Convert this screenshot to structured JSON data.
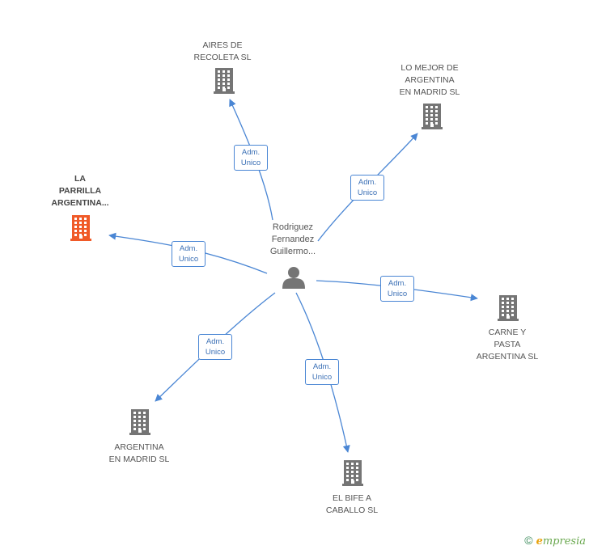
{
  "center": {
    "name_lines": [
      "Rodriguez",
      "Fernandez",
      "Guillermo..."
    ],
    "icon": "person-icon"
  },
  "companies": [
    {
      "id": "aires",
      "lines": [
        "AIRES DE",
        "RECOLETA SL"
      ],
      "highlight": false,
      "icon": "building-icon"
    },
    {
      "id": "lomejor",
      "lines": [
        "LO MEJOR DE",
        "ARGENTINA",
        "EN MADRID SL"
      ],
      "highlight": false,
      "icon": "building-icon"
    },
    {
      "id": "parrilla",
      "lines": [
        "LA",
        "PARRILLA",
        "ARGENTINA..."
      ],
      "highlight": true,
      "icon": "building-icon"
    },
    {
      "id": "carne",
      "lines": [
        "CARNE Y",
        "PASTA",
        "ARGENTINA SL"
      ],
      "highlight": false,
      "icon": "building-icon"
    },
    {
      "id": "argmadrid",
      "lines": [
        "ARGENTINA",
        "EN MADRID SL"
      ],
      "highlight": false,
      "icon": "building-icon"
    },
    {
      "id": "bife",
      "lines": [
        "EL BIFE A",
        "CABALLO SL"
      ],
      "highlight": false,
      "icon": "building-icon"
    }
  ],
  "edges": [
    {
      "target": "aires",
      "label_lines": [
        "Adm.",
        "Unico"
      ]
    },
    {
      "target": "lomejor",
      "label_lines": [
        "Adm.",
        "Unico"
      ]
    },
    {
      "target": "parrilla",
      "label_lines": [
        "Adm.",
        "Unico"
      ]
    },
    {
      "target": "carne",
      "label_lines": [
        "Adm.",
        "Unico"
      ]
    },
    {
      "target": "argmadrid",
      "label_lines": [
        "Adm.",
        "Unico"
      ]
    },
    {
      "target": "bife",
      "label_lines": [
        "Adm.",
        "Unico"
      ]
    }
  ],
  "colors": {
    "edge": "#4a86d4",
    "building": "#757575",
    "building_highlight": "#f05a28",
    "person": "#757575"
  },
  "footer": {
    "copyright_symbol": "©",
    "brand_first": "e",
    "brand_rest": "mpresia"
  }
}
